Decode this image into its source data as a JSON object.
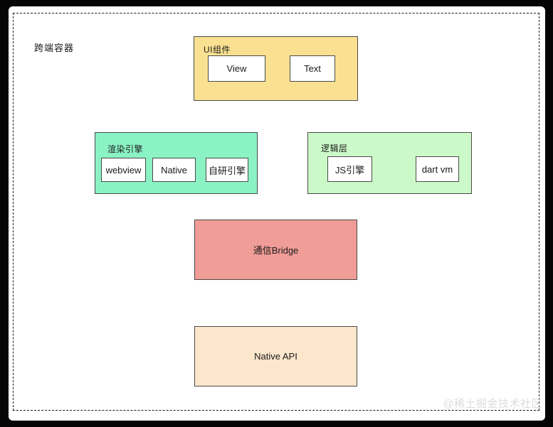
{
  "diagram": {
    "title": "跨端容器",
    "watermark": "@稀土掘金技术社区",
    "groups": {
      "ui": {
        "label": "UI组件",
        "color": "#FAE191",
        "nodes": {
          "view": "View",
          "text": "Text"
        }
      },
      "render": {
        "label": "渲染引擎",
        "color": "#8BF2C4",
        "nodes": {
          "webview": "webview",
          "native": "Native",
          "custom": "自研引擎"
        }
      },
      "logic": {
        "label": "逻辑层",
        "color": "#CCF9C8",
        "nodes": {
          "js": "JS引擎",
          "dart": "dart vm"
        }
      },
      "bridge": {
        "label": "通信Bridge",
        "color": "#F09C97"
      },
      "native_api": {
        "label": "Native API",
        "color": "#FCE6CC"
      }
    },
    "colors": {
      "node_border": "#4a4a4a",
      "page_background": "#ffffff",
      "frame_background": "#050505",
      "watermark_text": "#dcdcdc",
      "text": "#1a1a1a"
    }
  }
}
